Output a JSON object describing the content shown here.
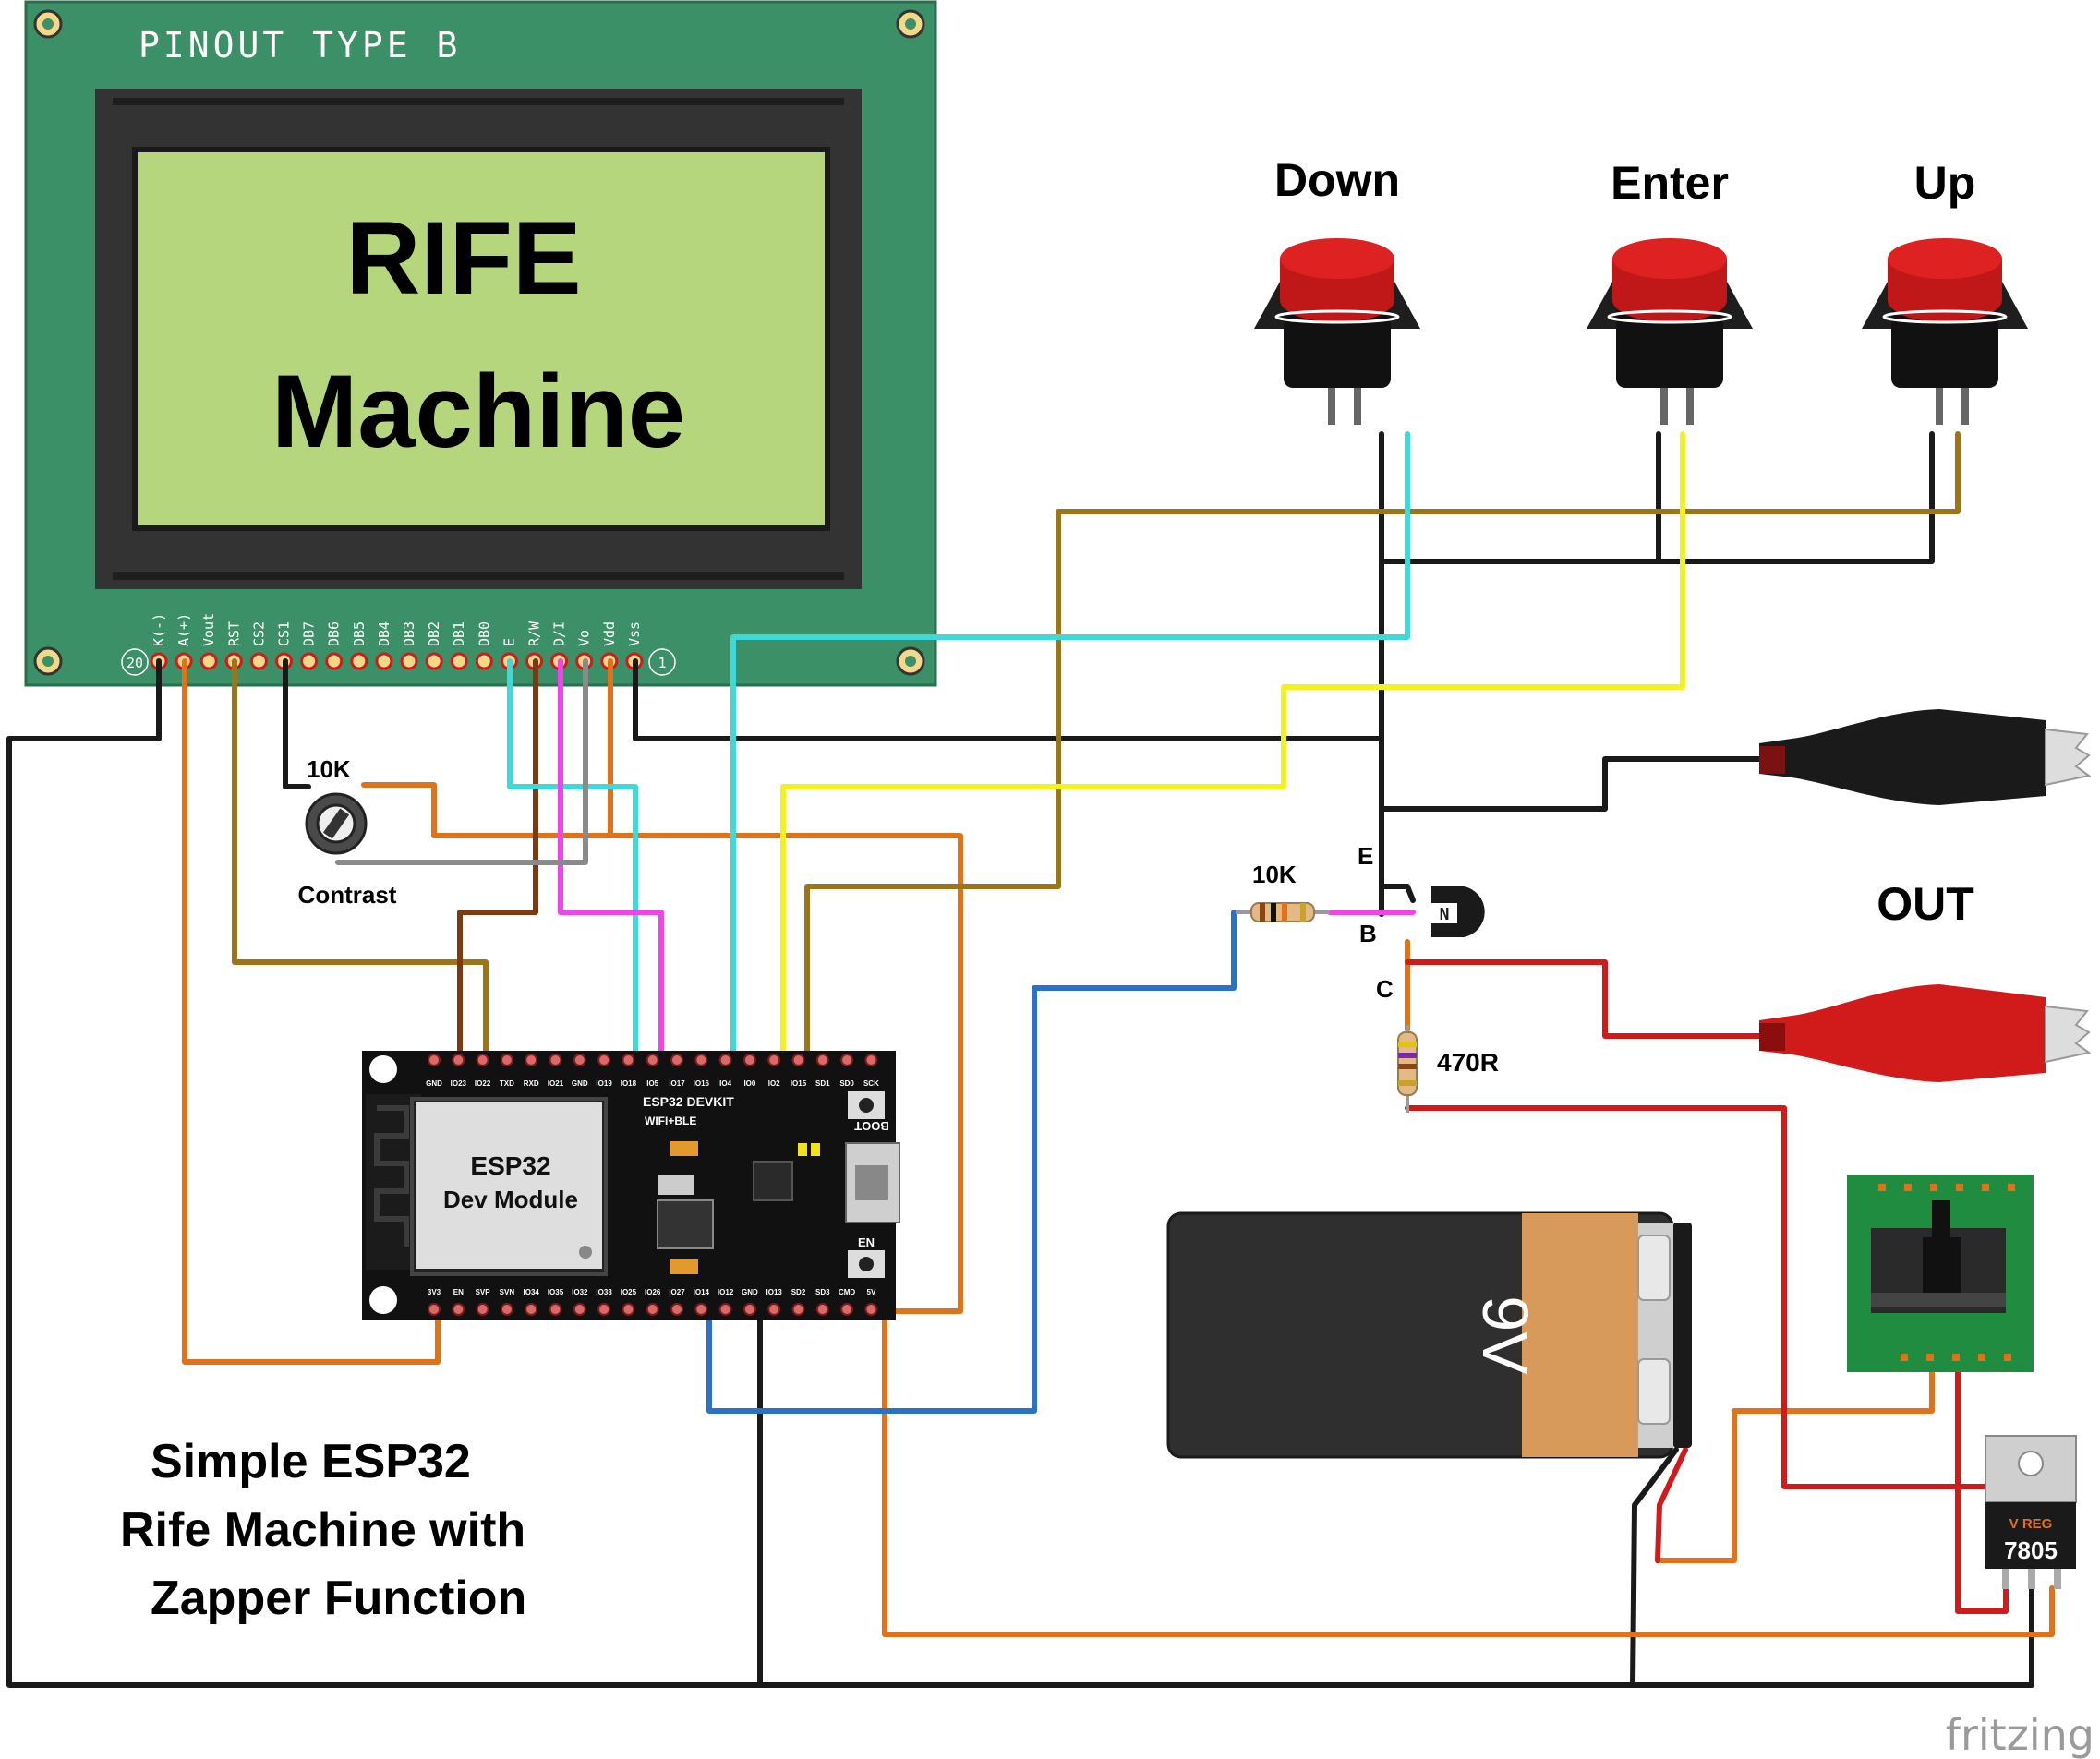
{
  "lcd": {
    "pinout_label": "PINOUT TYPE B",
    "screen_line1": "RIFE",
    "screen_line2": "Machine",
    "pins": [
      "K(-)",
      "A(+)",
      "Vout",
      "RST",
      "CS2",
      "CS1",
      "DB7",
      "DB6",
      "DB5",
      "DB4",
      "DB3",
      "DB2",
      "DB1",
      "DB0",
      "E",
      "R/W",
      "D/I",
      "Vo",
      "Vdd",
      "Vss"
    ],
    "pin_first_marker": "20",
    "pin_last_marker": "1",
    "colors": {
      "board": "#3b9068",
      "frame": "#333333",
      "screen": "#b5d67d"
    }
  },
  "potentiometer": {
    "value_label": "10K",
    "name_label": "Contrast"
  },
  "buttons": [
    {
      "label": "Down"
    },
    {
      "label": "Enter"
    },
    {
      "label": "Up"
    }
  ],
  "transistor": {
    "pin_e": "E",
    "pin_b": "B",
    "pin_c": "C",
    "base_resistor": "10K",
    "collector_resistor": "470R"
  },
  "output": {
    "label": "OUT"
  },
  "esp32": {
    "module_line1": "ESP32",
    "module_line2": "Dev Module",
    "board_line1": "ESP32 DEVKIT",
    "board_line2": "WIFI+BLE",
    "boot_label": "BOOT",
    "en_label": "EN",
    "top_pins": [
      "GND",
      "IO23",
      "IO22",
      "TXD",
      "RXD",
      "IO21",
      "GND",
      "IO19",
      "IO18",
      "IO5",
      "IO17",
      "IO16",
      "IO4",
      "IO0",
      "IO2",
      "IO15",
      "SD1",
      "SD0",
      "SCK"
    ],
    "bottom_pins": [
      "3V3",
      "EN",
      "SVP",
      "SVN",
      "IO34",
      "IO35",
      "IO32",
      "IO33",
      "IO25",
      "IO26",
      "IO27",
      "IO14",
      "IO12",
      "GND",
      "IO13",
      "SD2",
      "SD3",
      "CMD",
      "5V"
    ]
  },
  "battery": {
    "label": "9V"
  },
  "regulator": {
    "brand": "V REG",
    "model": "7805"
  },
  "title": {
    "line1": "Simple ESP32",
    "line2": "Rife Machine with",
    "line3": "Zapper Function"
  },
  "watermark": "fritzing",
  "wire_colors": {
    "black": "#1a1a1a",
    "orange": "#e2721a",
    "brown_gold": "#9e7418",
    "brown": "#7a3b12",
    "cyan": "#3fd9d9",
    "magenta": "#ee44ee",
    "gray": "#8a8a8a",
    "yellow": "#f2f21e",
    "blue": "#2a72c8",
    "red": "#d11a1a"
  }
}
